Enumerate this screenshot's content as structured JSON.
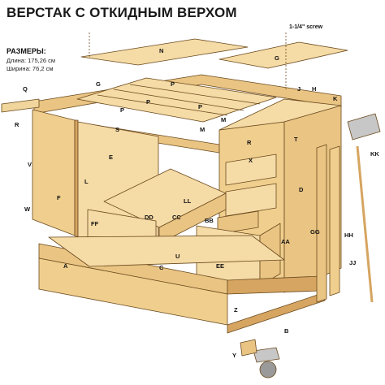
{
  "title": "ВЕРСТАК С ОТКИДНЫМ ВЕРХОМ",
  "dimensions": {
    "heading": "РАЗМЕРЫ:",
    "length": "Длина: 175,26 см",
    "width": "Ширина: 76,2 см"
  },
  "screw_note": "1-1/4\" screw",
  "colors": {
    "wood_light": "#f5dba6",
    "wood_mid": "#e9c483",
    "wood_dark": "#d6a561",
    "outline": "#6b4a1e",
    "metal": "#c7c7c7"
  },
  "labels": {
    "N": "N",
    "G": "G",
    "Q": "Q",
    "P": "P",
    "J": "J",
    "H": "H",
    "K": "K",
    "R": "R",
    "S": "S",
    "T": "T",
    "M": "M",
    "E": "E",
    "X": "X",
    "V": "V",
    "F": "F",
    "W": "W",
    "L": "L",
    "D": "D",
    "DD": "DD",
    "LL": "LL",
    "CC": "CC",
    "FF": "FF",
    "BB": "BB",
    "AA": "AA",
    "GG": "GG",
    "HH": "HH",
    "KK": "KK",
    "EE": "EE",
    "A": "A",
    "C": "C",
    "U": "U",
    "JJ": "JJ",
    "Z": "Z",
    "B": "B",
    "Y": "Y"
  }
}
